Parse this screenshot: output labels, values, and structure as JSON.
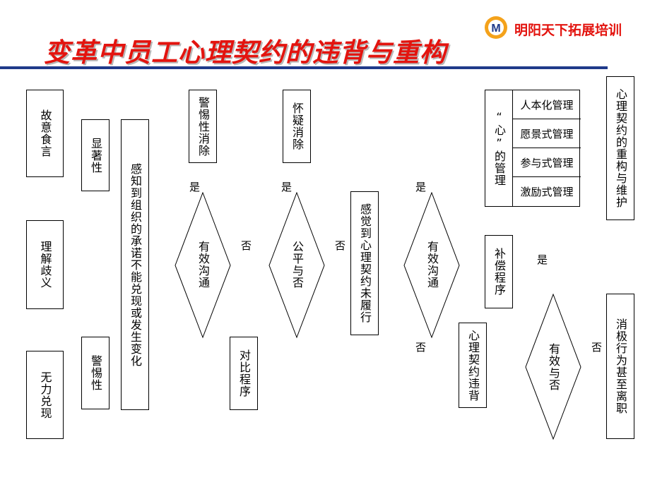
{
  "title": "变革中员工心理契约的违背与重构",
  "brand": {
    "name": "明阳天下拓展培训",
    "logo_letter": "M",
    "color": "#e3140f"
  },
  "colors": {
    "title_red": "#e3140f",
    "rule_blue": "#1f3a8a"
  },
  "causes": [
    "故意食言",
    "理解歧义",
    "无力兑现"
  ],
  "salience": {
    "high": "显著性",
    "alert": "警惕性"
  },
  "perceive": "感知到组织的承诺不能兑现或发生变化",
  "steps": {
    "alert_off": "警惕性消除",
    "compare": "对比程序",
    "doubt_off": "怀疑消除",
    "unfulfilled": "感觉到心理契约未履行",
    "compensate": "补偿程序",
    "violation": "心理契约违背"
  },
  "diamonds": {
    "d1": "有效沟通",
    "d2": "公平与否",
    "d3": "有效沟通",
    "d4": "有效与否"
  },
  "labels": {
    "yes": "是",
    "no": "否"
  },
  "management": {
    "heading": "“心”的管理",
    "items": [
      "人本化管理",
      "愿景式管理",
      "参与式管理",
      "激励式管理"
    ]
  },
  "outcomes": {
    "rebuild": "心理契约的重构与维护",
    "negative": "消极行为甚至离职"
  }
}
